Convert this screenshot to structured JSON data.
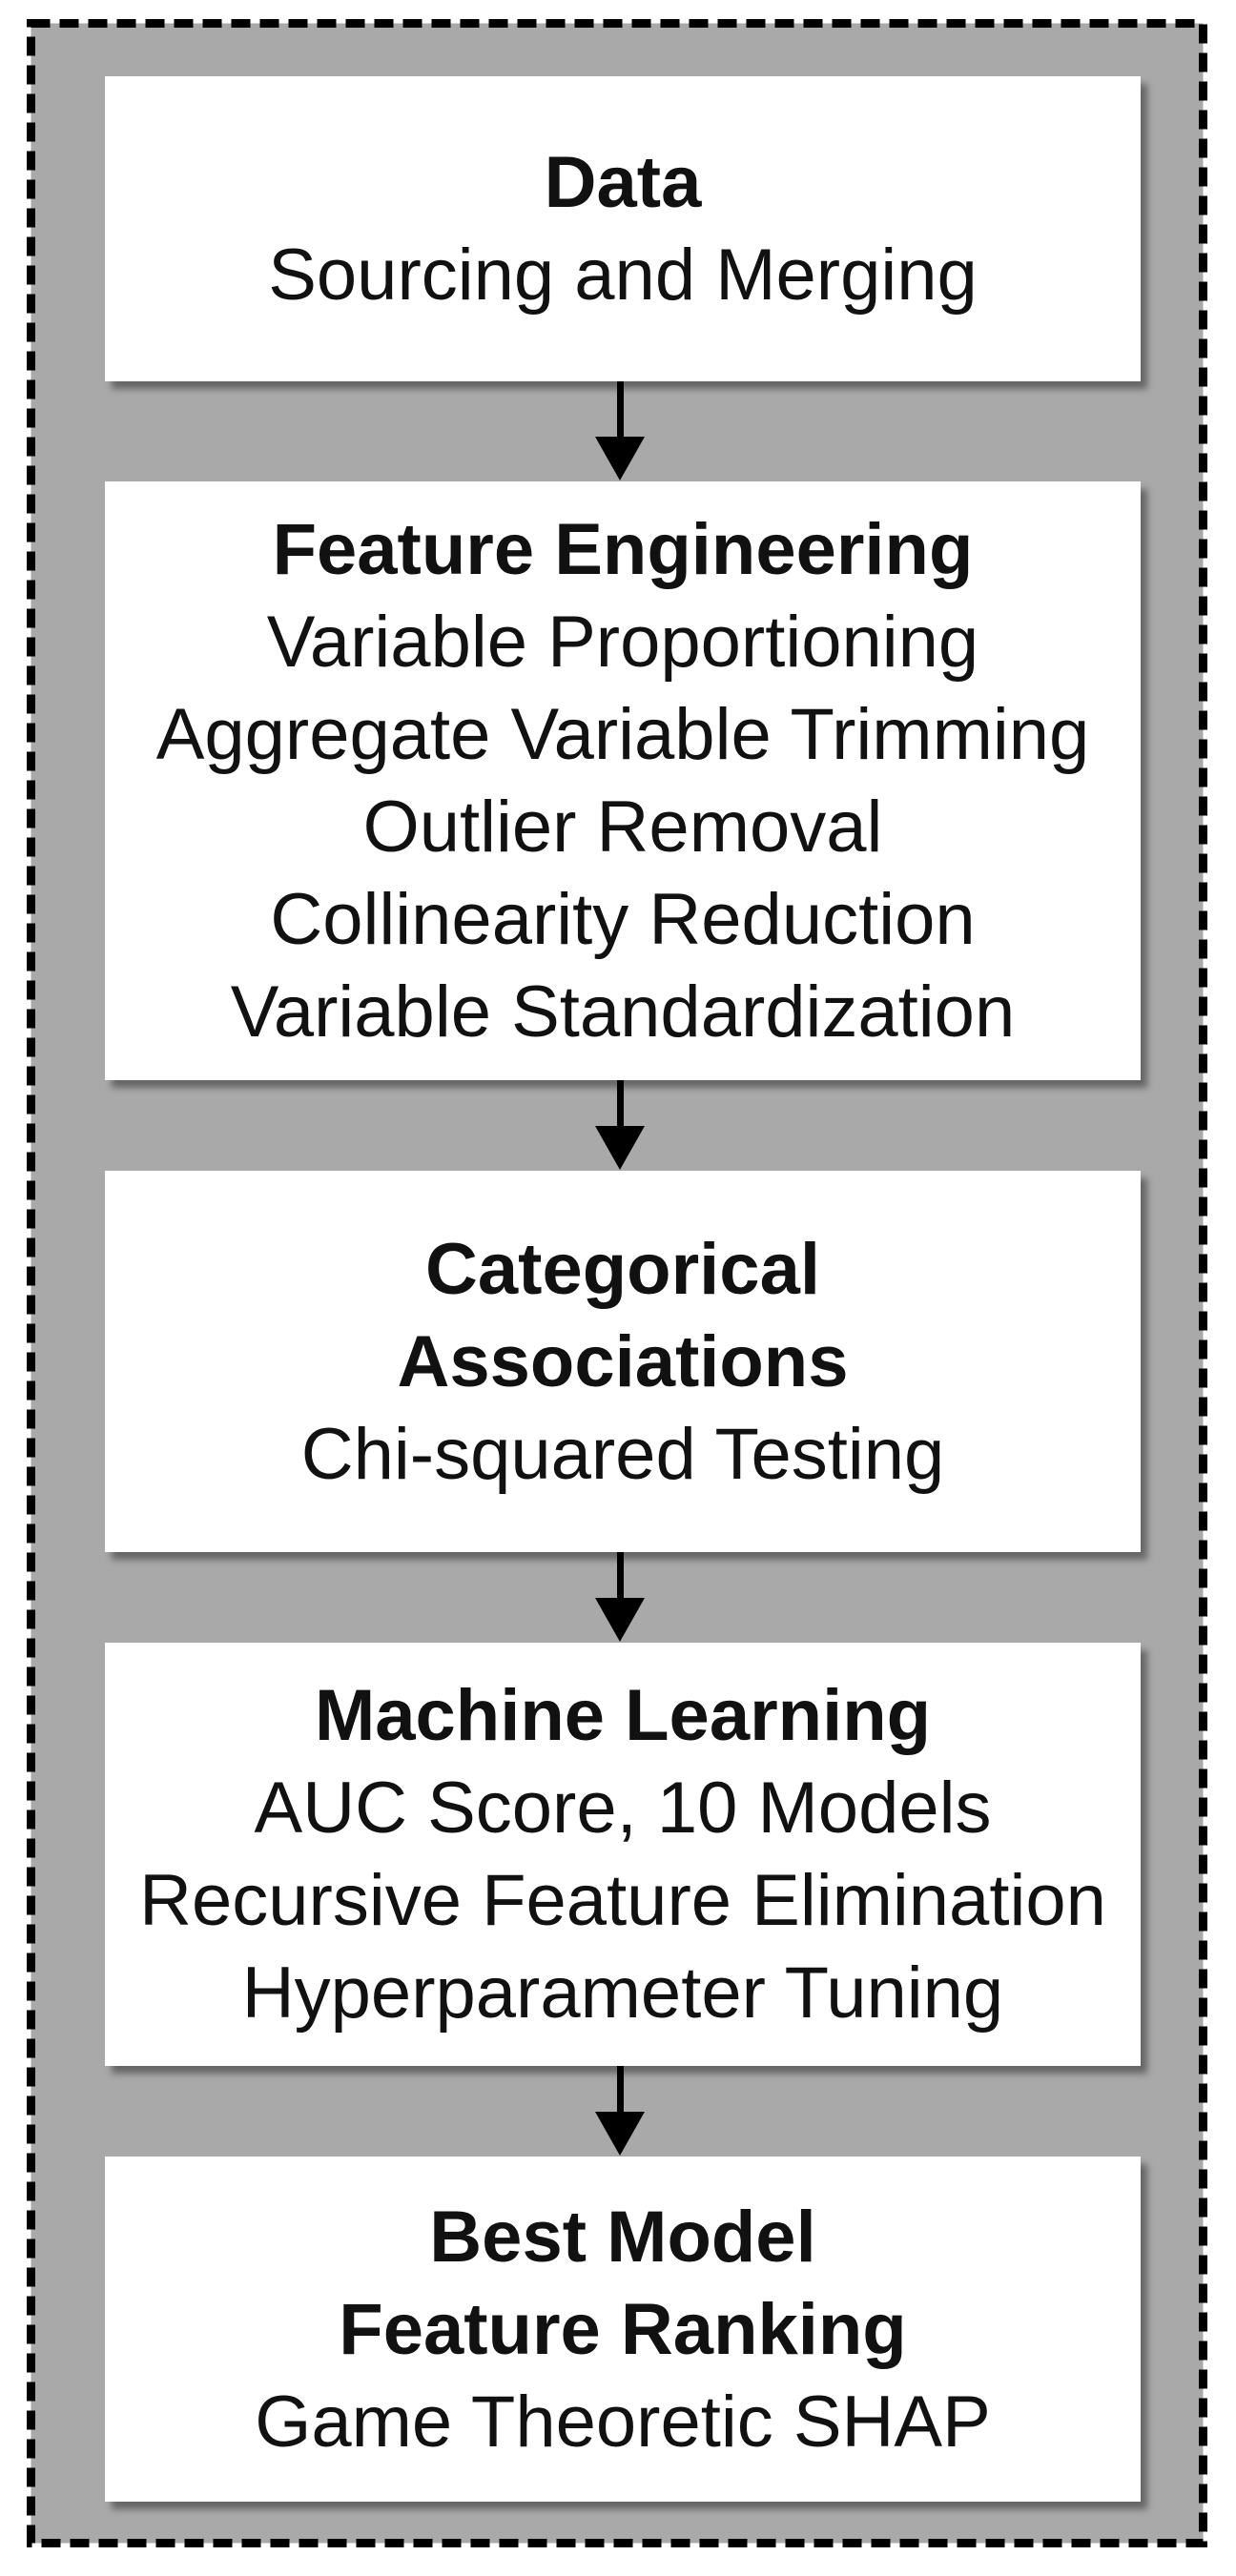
{
  "diagram": {
    "type": "flowchart",
    "direction": "top-down",
    "colors": {
      "canvas": "#ffffff",
      "panel_background": "#a9a9a9",
      "panel_border": "#000000",
      "node_fill": "#ffffff",
      "node_shadow": "rgba(0,0,0,0.40)",
      "text": "#111111",
      "arrow": "#000000"
    },
    "nodes": [
      {
        "id": "data",
        "title_lines": [
          "Data"
        ],
        "detail_lines": [
          "Sourcing and Merging"
        ]
      },
      {
        "id": "feature-engineering",
        "title_lines": [
          "Feature Engineering"
        ],
        "detail_lines": [
          "Variable Proportioning",
          "Aggregate Variable Trimming",
          "Outlier Removal",
          "Collinearity Reduction",
          "Variable Standardization"
        ]
      },
      {
        "id": "categorical-associations",
        "title_lines": [
          "Categorical",
          "Associations"
        ],
        "detail_lines": [
          "Chi-squared Testing"
        ]
      },
      {
        "id": "machine-learning",
        "title_lines": [
          "Machine Learning"
        ],
        "detail_lines": [
          "AUC Score, 10 Models",
          "Recursive Feature Elimination",
          "Hyperparameter Tuning"
        ]
      },
      {
        "id": "best-model-feature-ranking",
        "title_lines": [
          "Best Model",
          "Feature Ranking"
        ],
        "detail_lines": [
          "Game Theoretic SHAP"
        ]
      }
    ],
    "edges": [
      {
        "from": "data",
        "to": "feature-engineering"
      },
      {
        "from": "feature-engineering",
        "to": "categorical-associations"
      },
      {
        "from": "categorical-associations",
        "to": "machine-learning"
      },
      {
        "from": "machine-learning",
        "to": "best-model-feature-ranking"
      }
    ]
  }
}
